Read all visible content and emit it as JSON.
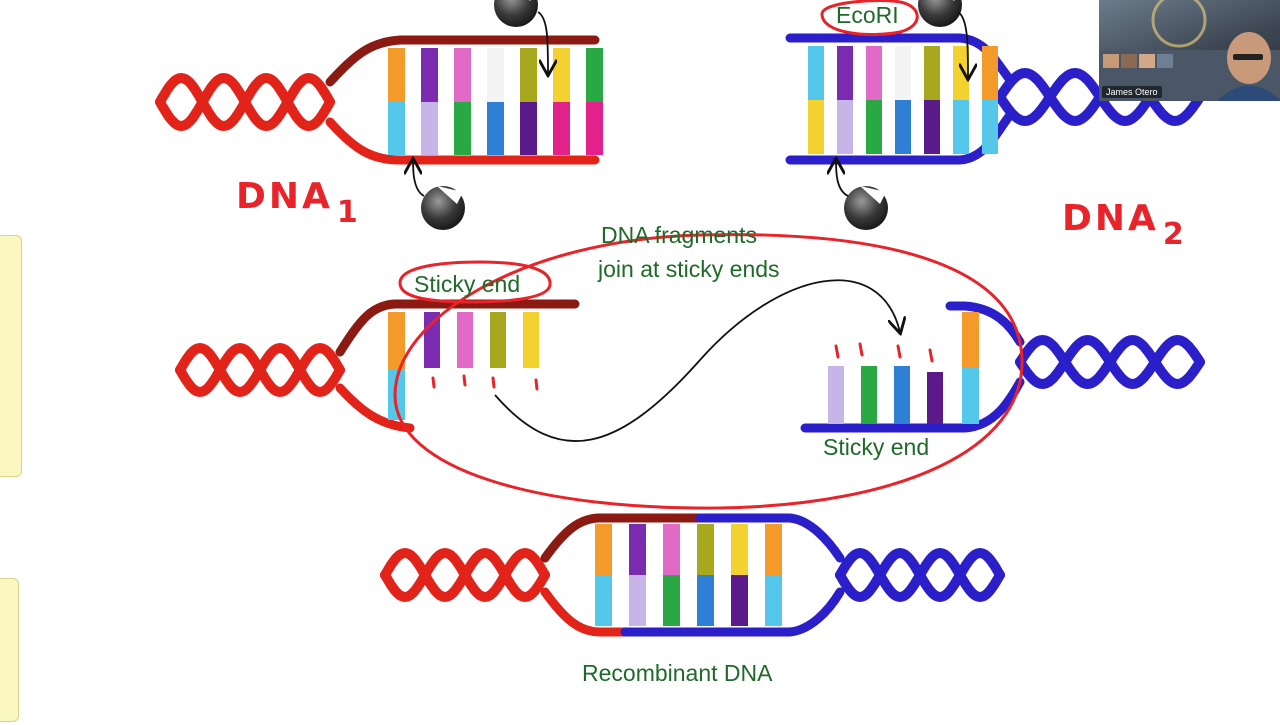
{
  "labels": {
    "fragments_line1": "DNA fragments",
    "fragments_line2": "join at sticky ends",
    "sticky_end_left": "Sticky end",
    "sticky_end_right": "Sticky end",
    "enzyme": "EcoRI",
    "recombinant": "Recombinant DNA"
  },
  "annotations": {
    "dna1_text": "DNA",
    "dna1_sub": "1",
    "dna2_text": "DNA",
    "dna2_sub": "2"
  },
  "video_overlay": {
    "participant_name": "James Otero"
  },
  "colors": {
    "strand_red": "#e2231a",
    "strand_dark_red": "#8b1a12",
    "strand_blue": "#2b1fc9",
    "label_green": "#1f6a2a",
    "annotation_red": "#e8242a",
    "enzyme_gray": "#3a3a3a"
  }
}
